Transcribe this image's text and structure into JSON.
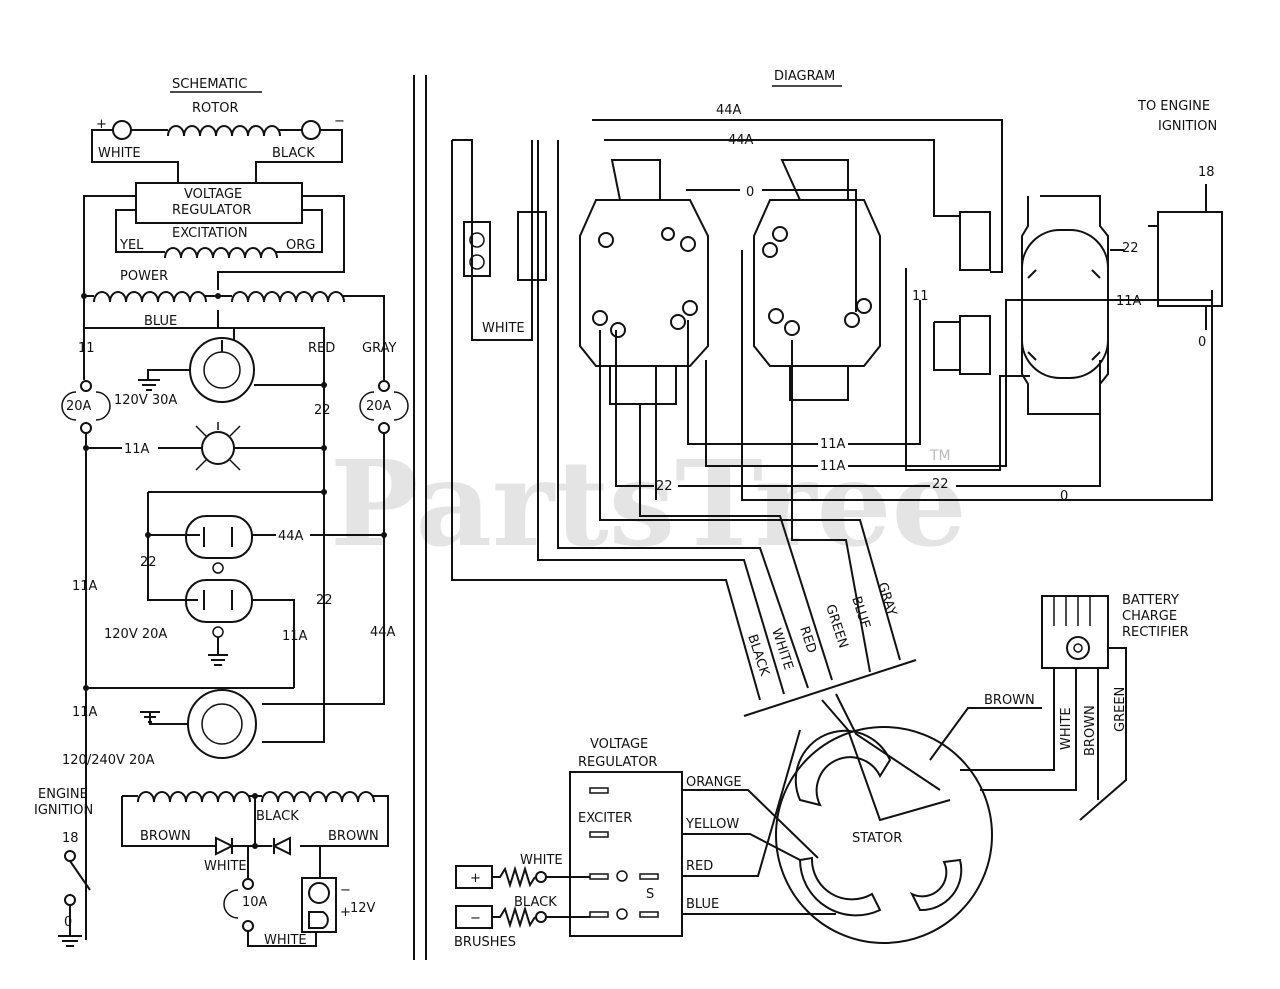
{
  "watermark": "PartsTree",
  "watermark_tm": "TM",
  "schematic": {
    "title": "SCHEMATIC",
    "rotor": "ROTOR",
    "plus": "+",
    "minus": "−",
    "white": "WHITE",
    "black": "BLACK",
    "vr_line1": "VOLTAGE",
    "vr_line2": "REGULATOR",
    "excitation": "EXCITATION",
    "yel": "YEL",
    "org": "ORG",
    "power": "POWER",
    "blue": "BLUE",
    "red": "RED",
    "gray": "GRAY",
    "w11": "11",
    "w11a": "11A",
    "w22": "22",
    "w44a": "44A",
    "fuse_20a": "20A",
    "outlet_30a": "120V  30A",
    "outlet_20a": "120V  20A",
    "outlet_240": "120/240V  20A",
    "engine_ignition_1": "ENGINE",
    "engine_ignition_2": "IGNITION",
    "w18": "18",
    "w0": "0",
    "brown": "BROWN",
    "fuse_10a": "10A",
    "v12": "12V"
  },
  "diagram": {
    "title": "DIAGRAM",
    "w44a": "44A",
    "w0": "0",
    "w11": "11",
    "w11a": "11A",
    "w22": "22",
    "w18": "18",
    "white": "WHITE",
    "to_engine_1": "TO ENGINE",
    "to_engine_2": "IGNITION",
    "harness": [
      "BLACK",
      "WHITE",
      "RED",
      "GREEN",
      "BLUE",
      "GRAY"
    ],
    "rectifier_1": "BATTERY",
    "rectifier_2": "CHARGE",
    "rectifier_3": "RECTIFIER",
    "brown": "BROWN",
    "rect_wires": [
      "WHITE",
      "BROWN",
      "GREEN"
    ],
    "stator": "STATOR",
    "vr_line1": "VOLTAGE",
    "vr_line2": "REGULATOR",
    "exciter": "EXCITER",
    "s": "S",
    "orange": "ORANGE",
    "yellow": "YELLOW",
    "red": "RED",
    "blue": "BLUE",
    "white_brush": "WHITE",
    "black_brush": "BLACK",
    "brushes": "BRUSHES"
  }
}
